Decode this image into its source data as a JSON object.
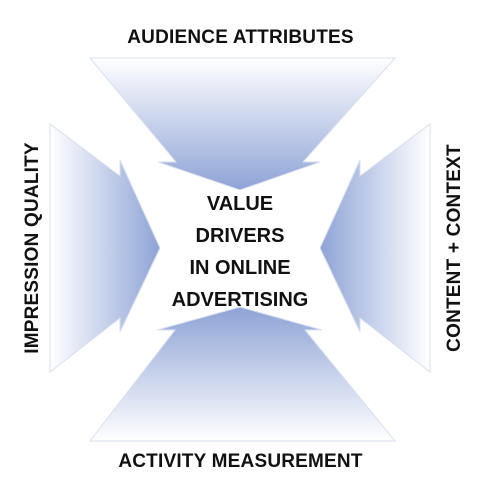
{
  "labels": {
    "top": "AUDIENCE ATTRIBUTES",
    "bottom": "ACTIVITY MEASUREMENT",
    "left": "IMPRESSION QUALITY",
    "right": "CONTENT + CONTEXT"
  },
  "center": {
    "lines": [
      "VALUE",
      "DRIVERS",
      "IN ONLINE",
      "ADVERTISING"
    ]
  },
  "colors": {
    "arrow_light": "#ffffff",
    "arrow_dark": "#8ea3d6",
    "text": "#111111"
  }
}
